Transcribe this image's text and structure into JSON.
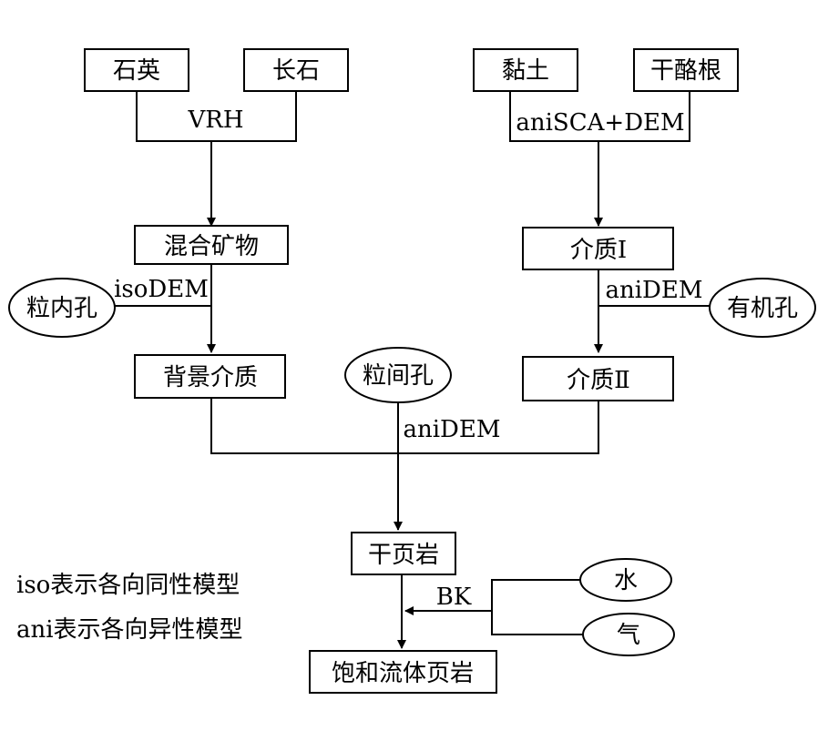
{
  "nodes": {
    "quartz": "石英",
    "feldspar": "长石",
    "clay": "黏土",
    "kerogen": "干酪根",
    "mixed_minerals": "混合矿物",
    "medium_1": "介质Ⅰ",
    "intragranular_pore": "粒内孔",
    "organic_pore": "有机孔",
    "background_medium": "背景介质",
    "intergranular_pore": "粒间孔",
    "medium_2": "介质Ⅱ",
    "dry_shale": "干页岩",
    "water": "水",
    "gas": "气",
    "saturated_shale": "饱和流体页岩"
  },
  "edge_labels": {
    "vrh": "VRH",
    "anisca_dem": "aniSCA+DEM",
    "iso_dem": "isoDEM",
    "ani_dem_1": "aniDEM",
    "ani_dem_2": "aniDEM",
    "bk": "BK"
  },
  "legend": {
    "iso": "iso表示各向同性模型",
    "ani": "ani表示各向异性模型"
  }
}
